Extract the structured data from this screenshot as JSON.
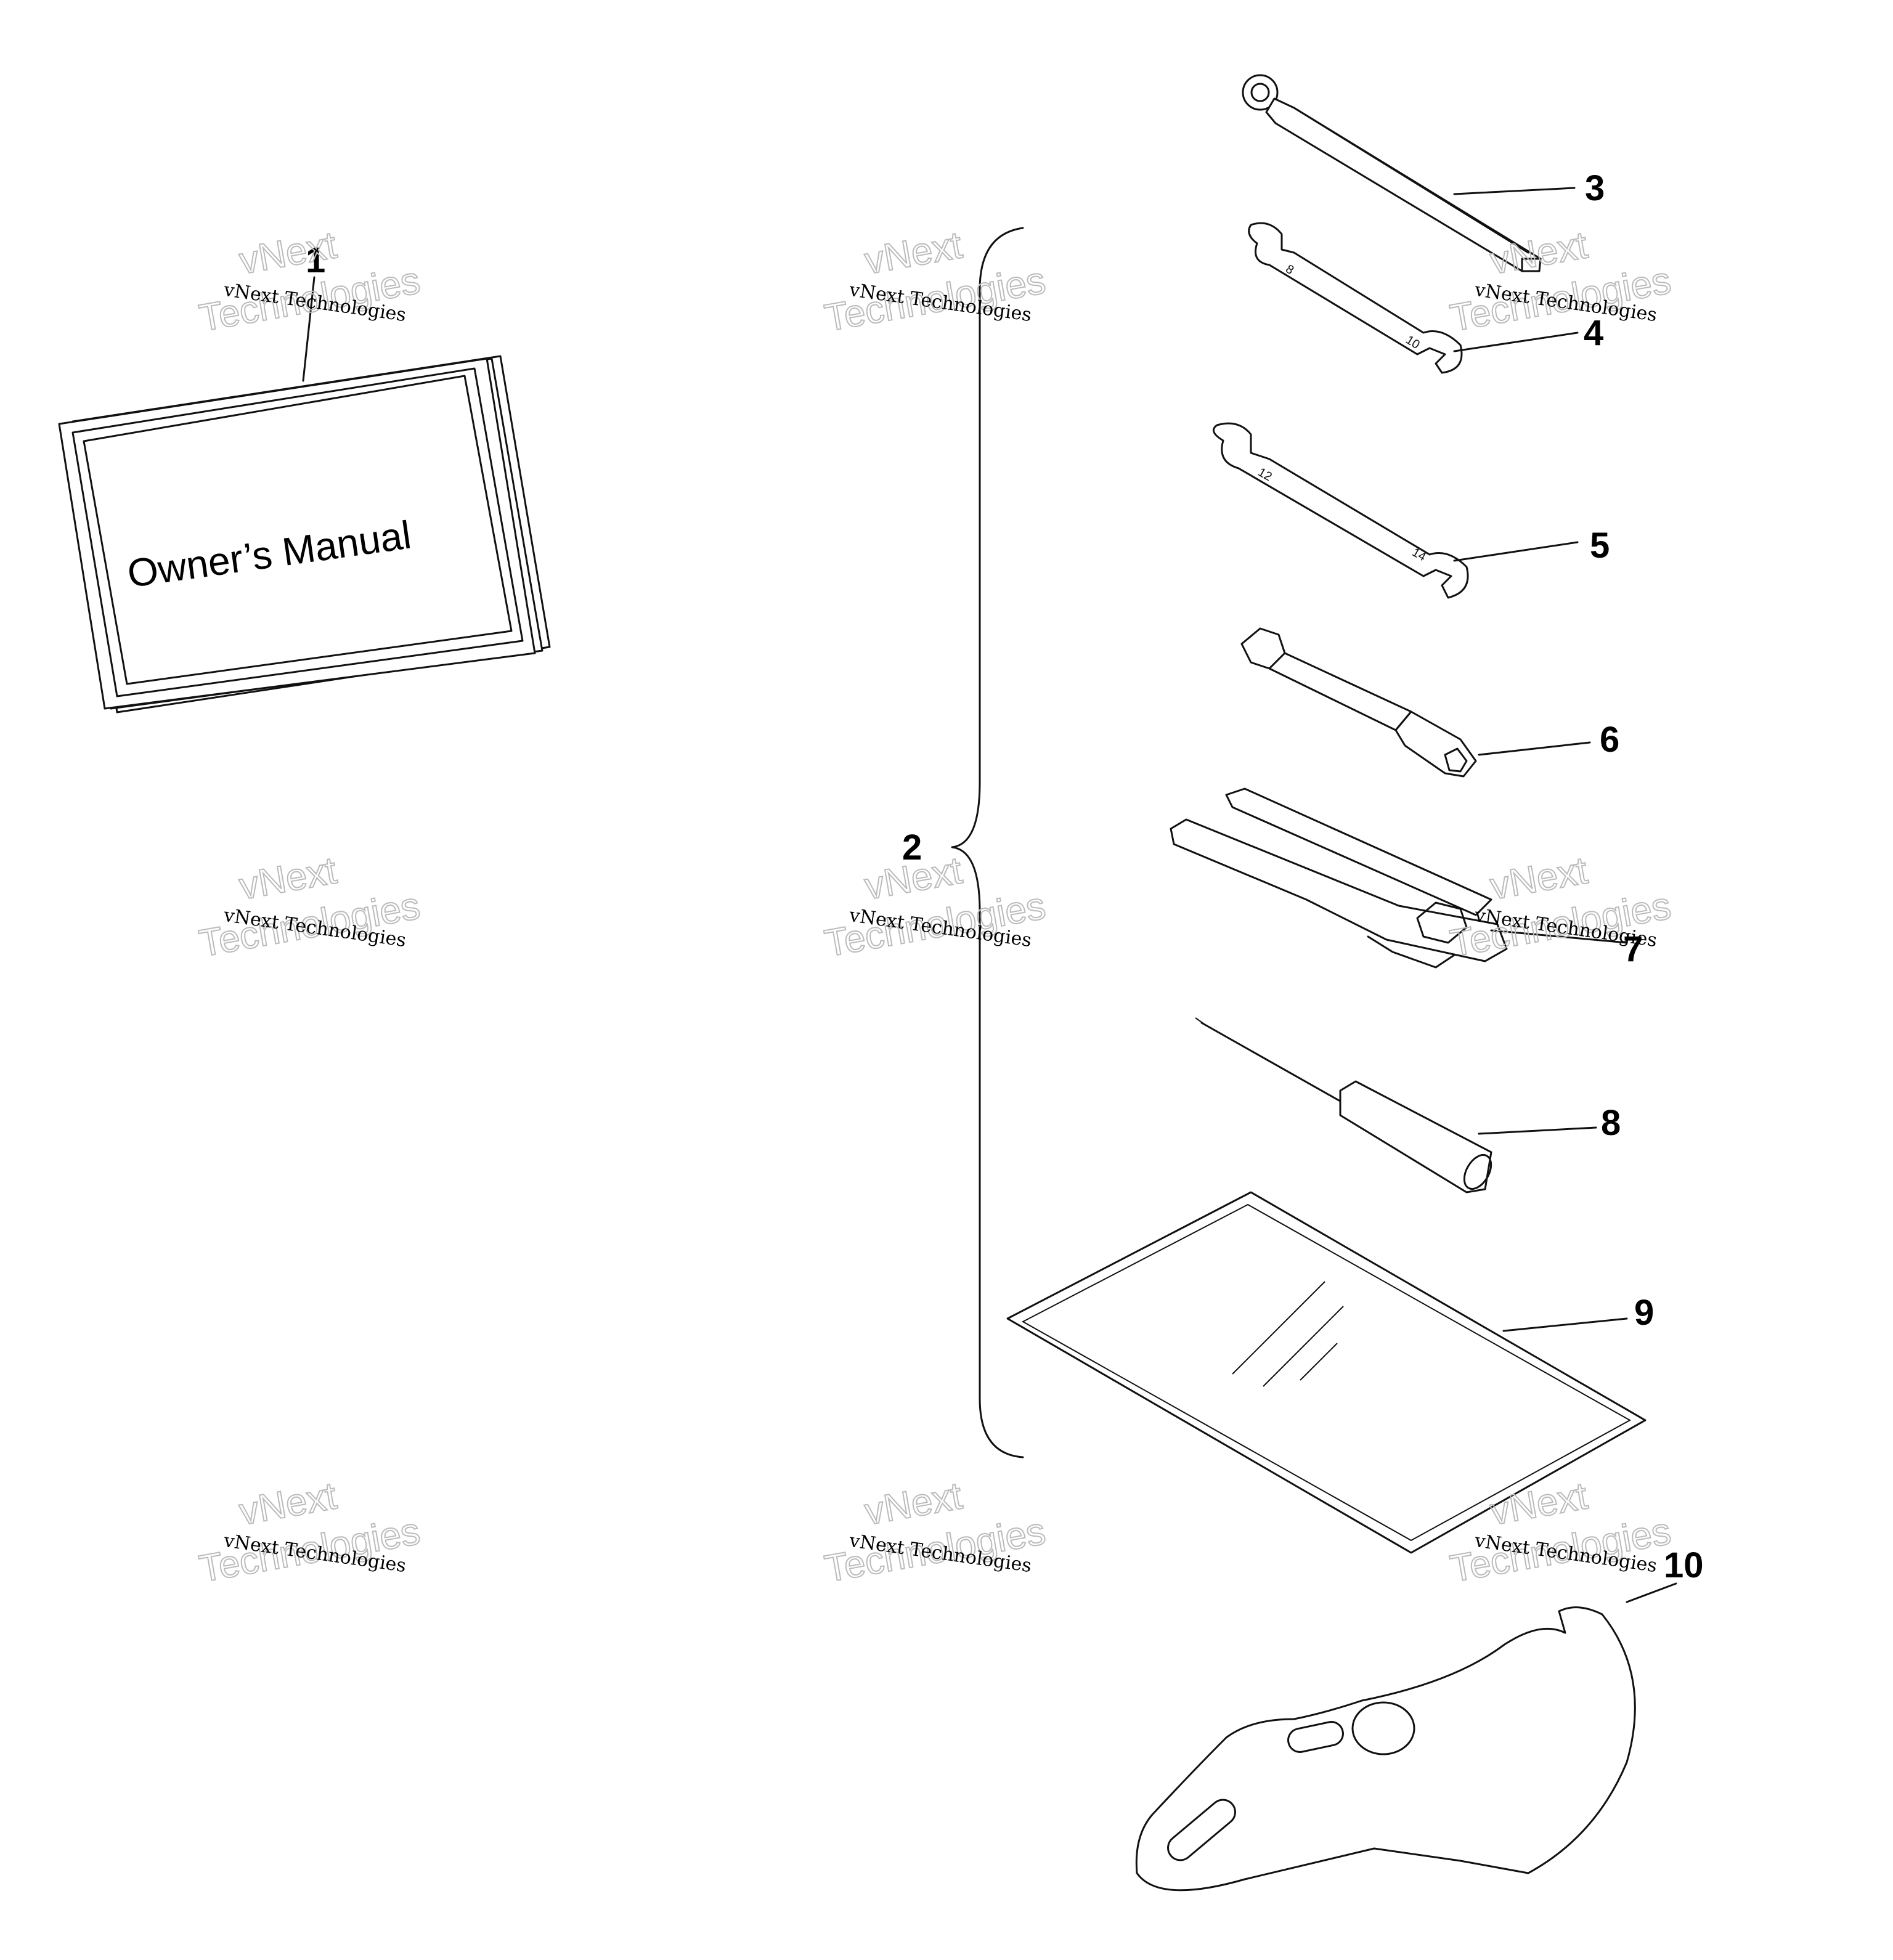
{
  "cover_title": "Owner’s Manual",
  "callouts": [
    "1",
    "2",
    "3",
    "4",
    "5",
    "6",
    "7",
    "8",
    "9",
    "10"
  ],
  "wrench_marks": [
    "8",
    "10",
    "12",
    "14"
  ],
  "watermark": {
    "line1": "vNext Technologies",
    "line2": "vNext",
    "line3": "Technologies"
  }
}
